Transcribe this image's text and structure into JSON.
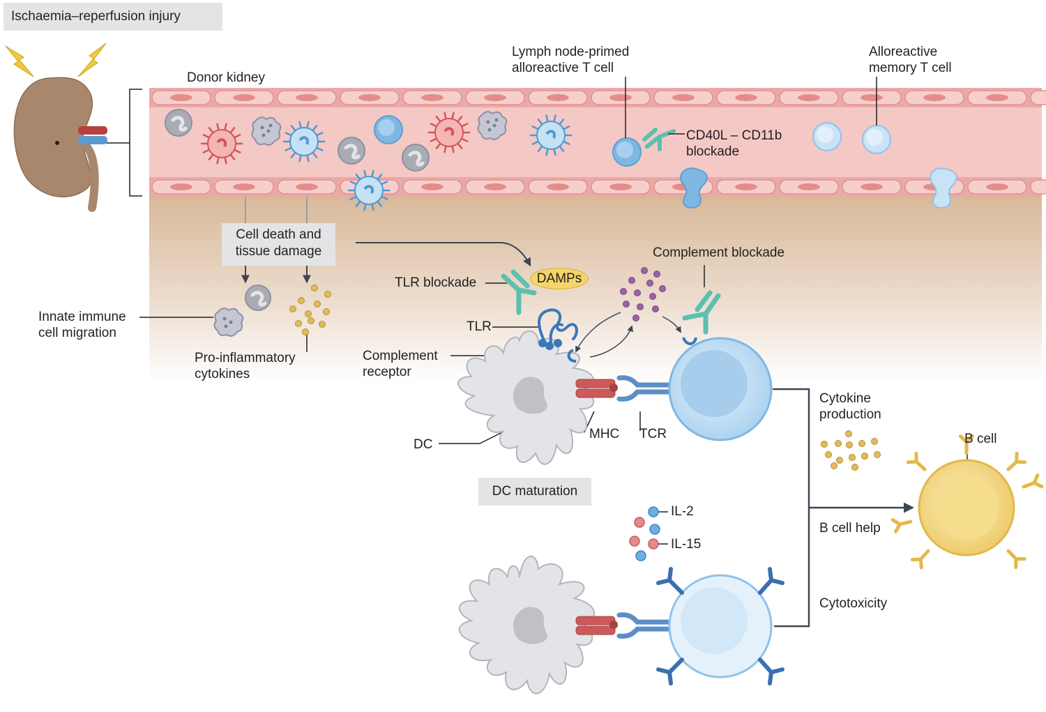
{
  "title": "Ischaemia–reperfusion injury",
  "labels": {
    "donor_kidney": "Donor kidney",
    "lymph_node_primed_1": "Lymph node-primed",
    "lymph_node_primed_2": "alloreactive T cell",
    "alloreactive_memory_1": "Alloreactive",
    "alloreactive_memory_2": "memory T cell",
    "cd40l_1": "CD40L – CD11b",
    "cd40l_2": "blockade",
    "cell_death_1": "Cell death and",
    "cell_death_2": "tissue damage",
    "damps": "DAMPs",
    "tlr_blockade": "TLR blockade",
    "complement_blockade": "Complement blockade",
    "tlr": "TLR",
    "innate_1": "Innate immune",
    "innate_2": "cell migration",
    "proinflam_1": "Pro-inflammatory",
    "proinflam_2": "cytokines",
    "complement_receptor_1": "Complement",
    "complement_receptor_2": "receptor",
    "dc": "DC",
    "mhc": "MHC",
    "tcr": "TCR",
    "dc_maturation": "DC maturation",
    "cytokine_production_1": "Cytokine",
    "cytokine_production_2": "production",
    "b_cell": "B cell",
    "b_cell_help": "B cell help",
    "cytotoxicity": "Cytotoxicity",
    "il2": "IL-2",
    "il15": "IL-15"
  },
  "colors": {
    "vessel": "#f2c3c0",
    "vessel_wall": "#e9a5a3",
    "tissue": "#d9b99a",
    "kidney": "#a8876e",
    "t_cell": "#bcdcf2",
    "t_cell_nucleus": "#9cc8ea",
    "dc": "#e2e3e6",
    "b_cell": "#f4d98a",
    "antibody": "#5cc0ad",
    "cytokine": "#d2a94a",
    "complement": "#9b63a6",
    "mhc": "#cc5a5a",
    "tcr": "#5d8fc6",
    "arrow": "#3d4654"
  }
}
